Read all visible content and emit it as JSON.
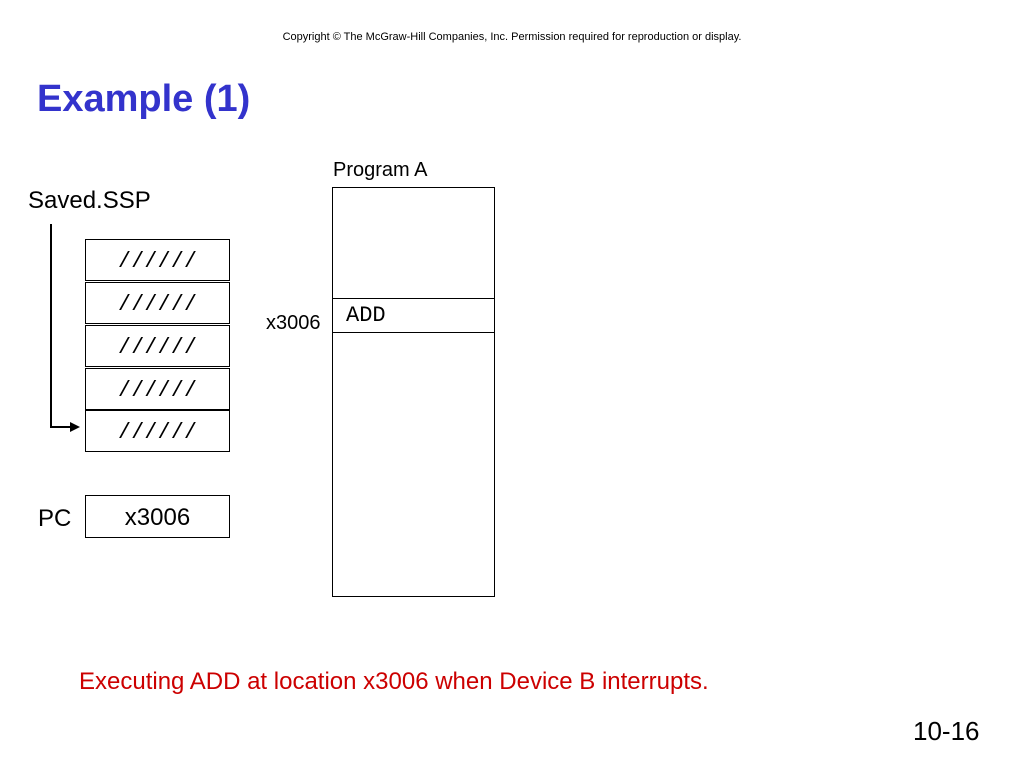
{
  "header": {
    "copyright": "Copyright © The McGraw-Hill Companies, Inc.  Permission required for reproduction or display."
  },
  "title": "Example (1)",
  "stack": {
    "label": "Saved.SSP",
    "cells": [
      "//////",
      "//////",
      "//////",
      "//////",
      "//////"
    ]
  },
  "pc": {
    "label": "PC",
    "value": "x3006"
  },
  "program": {
    "label": "Program A",
    "instruction": "ADD",
    "address": "x3006"
  },
  "caption": "Executing ADD at location x3006 when Device B interrupts.",
  "footer": {
    "slide_number": "10-16"
  },
  "colors": {
    "title": "#3333cc",
    "caption": "#cc0000"
  }
}
